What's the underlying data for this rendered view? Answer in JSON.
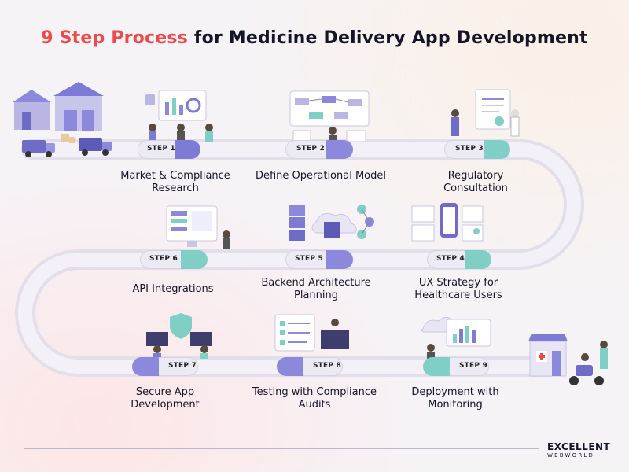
{
  "title": {
    "accent": "9 Step Process",
    "rest": " for Medicine Delivery App Development"
  },
  "steps": [
    {
      "tag": "STEP 1",
      "label": "Market & Compliance Research",
      "color": "#7d7bd6"
    },
    {
      "tag": "STEP 2",
      "label": "Define Operational Model",
      "color": "#8c89dc"
    },
    {
      "tag": "STEP 3",
      "label": "Regulatory Consultation",
      "color": "#7fcfc6"
    },
    {
      "tag": "STEP 4",
      "label": "UX Strategy for Healthcare Users",
      "color": "#7fcfc6"
    },
    {
      "tag": "STEP 5",
      "label": "Backend Architecture Planning",
      "color": "#8c89dc"
    },
    {
      "tag": "STEP 6",
      "label": "API Integrations",
      "color": "#7fcfc6"
    },
    {
      "tag": "STEP 7",
      "label": "Secure App Development",
      "color": "#8c89dc"
    },
    {
      "tag": "STEP 8",
      "label": "Testing with Compliance Audits",
      "color": "#8c89dc"
    },
    {
      "tag": "STEP 9",
      "label": "Deployment with Monitoring",
      "color": "#7fcfc6"
    }
  ],
  "logo": {
    "line1": "EXCELLENT",
    "line2": "WEBWORLD"
  },
  "colors": {
    "accent": "#ee4a4a",
    "road": "#e7e4ee",
    "purple": "#7d7bd6",
    "teal": "#7fcfc6"
  }
}
